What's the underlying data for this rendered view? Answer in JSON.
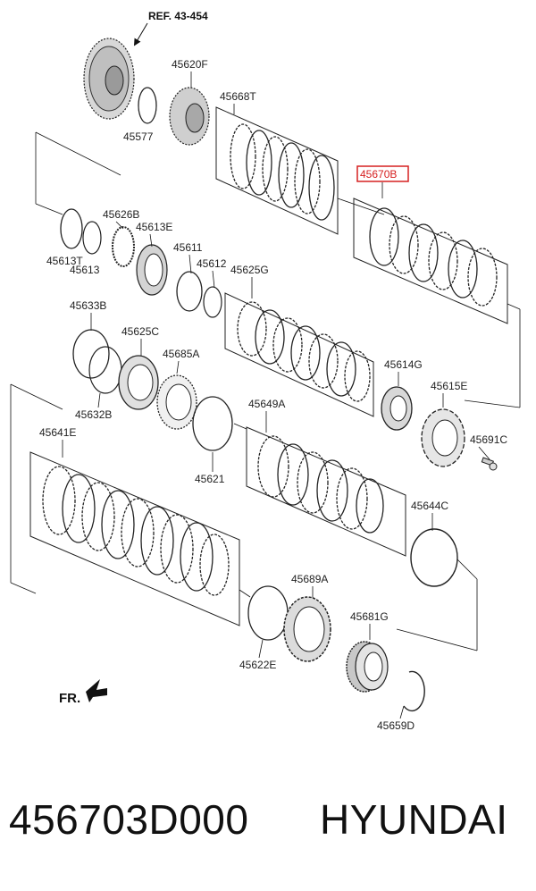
{
  "diagram": {
    "ref_label": "REF. 43-454",
    "fr_label": "FR.",
    "highlight_color": "#d62020",
    "labels": {
      "45620F": "45620F",
      "45668T": "45668T",
      "45577": "45577",
      "45670B": "45670B",
      "45626B": "45626B",
      "45613E": "45613E",
      "45613T": "45613T",
      "45613": "45613",
      "45611": "45611",
      "45612": "45612",
      "45625G": "45625G",
      "45633B": "45633B",
      "45625C": "45625C",
      "45685A": "45685A",
      "45632B": "45632B",
      "45614G": "45614G",
      "45615E": "45615E",
      "45641E": "45641E",
      "45649A": "45649A",
      "45691C": "45691C",
      "45621": "45621",
      "45644C": "45644C",
      "45689A": "45689A",
      "45681G": "45681G",
      "45622E": "45622E",
      "45659D": "45659D"
    }
  },
  "footer": {
    "part_number": "456703D000",
    "brand": "HYUNDAI"
  }
}
